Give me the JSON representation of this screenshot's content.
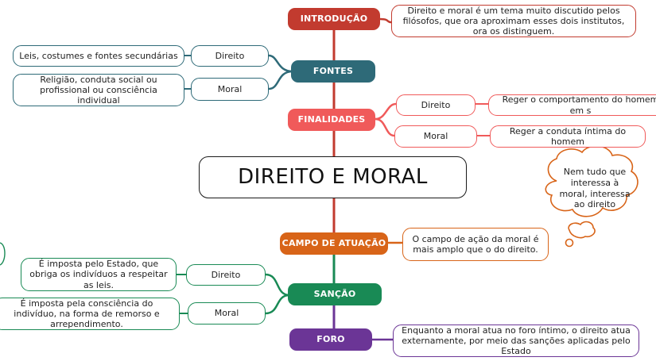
{
  "central": {
    "title": "DIREITO E MORAL"
  },
  "colors": {
    "introducao": "#c23b2f",
    "fontes": "#2e6a78",
    "finalidades": "#f05a5a",
    "campo": "#d86418",
    "sancao": "#198a55",
    "foro": "#6b3596"
  },
  "branches": {
    "introducao": {
      "label": "INTRODUÇÃO",
      "note": "Direito e moral é um tema muito discutido pelos filósofos, que ora aproximam esses dois institutos, ora os distinguem."
    },
    "fontes": {
      "label": "FONTES",
      "direito": {
        "label": "Direito",
        "desc": "Leis, costumes e fontes secundárias"
      },
      "moral": {
        "label": "Moral",
        "desc": "Religião, conduta social ou profissional ou consciência individual"
      }
    },
    "finalidades": {
      "label": "FINALIDADES",
      "direito": {
        "label": "Direito",
        "desc": "Reger o comportamento do homem em s"
      },
      "moral": {
        "label": "Moral",
        "desc": "Reger a conduta íntima do homem"
      }
    },
    "campo": {
      "label": "CAMPO DE ATUAÇÃO",
      "note": "O campo de ação da moral é mais amplo que o do direito.",
      "thought": "Nem tudo que interessa à moral, interessa ao direito"
    },
    "sancao": {
      "label": "SANÇÃO",
      "direito": {
        "label": "Direito",
        "desc": "É imposta pelo Estado, que obriga os indivíduos a respeitar as leis."
      },
      "moral": {
        "label": "Moral",
        "desc": "É imposta pela consciência do indivíduo, na forma de remorso e arrependimento."
      }
    },
    "foro": {
      "label": "FORO",
      "note": "Enquanto a moral atua no foro íntimo, o direito atua externamente, por meio das sanções aplicadas pelo Estado"
    }
  }
}
